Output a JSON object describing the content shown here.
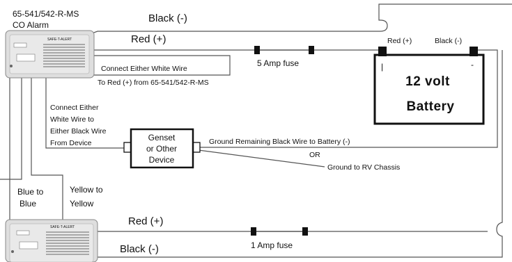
{
  "alarm": {
    "model": "65-541/542-R-MS",
    "type": "CO Alarm",
    "brand": "SAFE-T-ALERT"
  },
  "battery": {
    "line1": "12 volt",
    "line2": "Battery",
    "pos_label": "Red (+)",
    "neg_label": "Black (-)",
    "pos_symbol": "|",
    "neg_symbol": "-"
  },
  "wires": {
    "black_top": "Black (-)",
    "red_top": "Red (+)",
    "red_bottom": "Red (+)",
    "black_bottom": "Black (-)"
  },
  "fuses": {
    "top": "5 Amp fuse",
    "bottom": "1 Amp fuse"
  },
  "notes": {
    "connect_white_1": "Connect Either White Wire",
    "connect_white_2": "To Red (+) from 65-541/542-R-MS",
    "connect_black": [
      "Connect Either",
      "White Wire to",
      "Either Black Wire",
      "From Device"
    ],
    "ground_black": "Ground Remaining Black Wire to Battery (-)",
    "or": "OR",
    "ground_chassis": "Ground to RV Chassis",
    "blue": [
      "Blue to",
      "Blue"
    ],
    "yellow": [
      "Yellow to",
      "Yellow"
    ]
  },
  "device": {
    "lines": [
      "Genset",
      "or Other",
      "Device"
    ]
  }
}
